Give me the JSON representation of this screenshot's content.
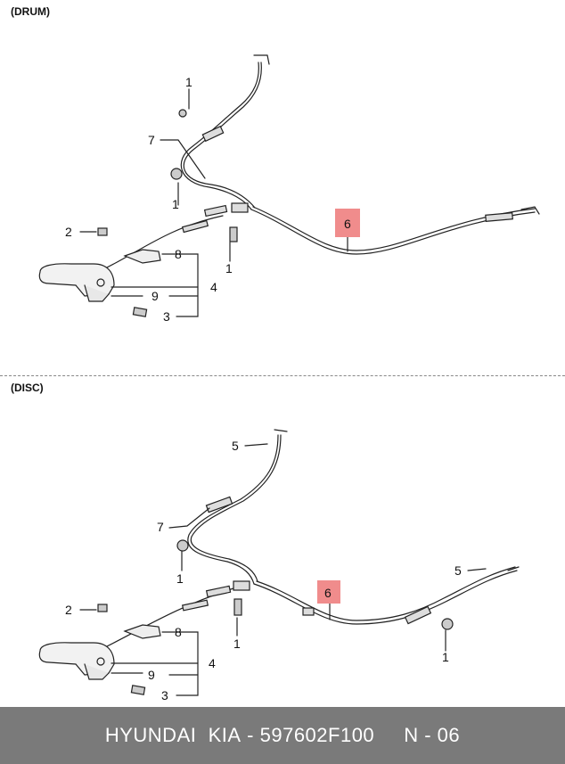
{
  "sections": {
    "drum": {
      "label": "(DRUM)",
      "callouts": {
        "c1a": "1",
        "c7": "7",
        "c1b": "1",
        "c2": "2",
        "c8": "8",
        "c4": "4",
        "c9": "9",
        "c3": "3",
        "c1c": "1",
        "c6": "6"
      }
    },
    "disc": {
      "label": "(DISC)",
      "callouts": {
        "c5a": "5",
        "c7": "7",
        "c1a": "1",
        "c2": "2",
        "c8": "8",
        "c4": "4",
        "c9": "9",
        "c3": "3",
        "c1b": "1",
        "c6": "6",
        "c5b": "5",
        "c1c": "1"
      }
    }
  },
  "highlight_color": "#f08c8c",
  "footer": {
    "brand": "HYUNDAI  KIA",
    "separator": " - ",
    "part_number": "597602F100",
    "page_code": "N - 06"
  }
}
